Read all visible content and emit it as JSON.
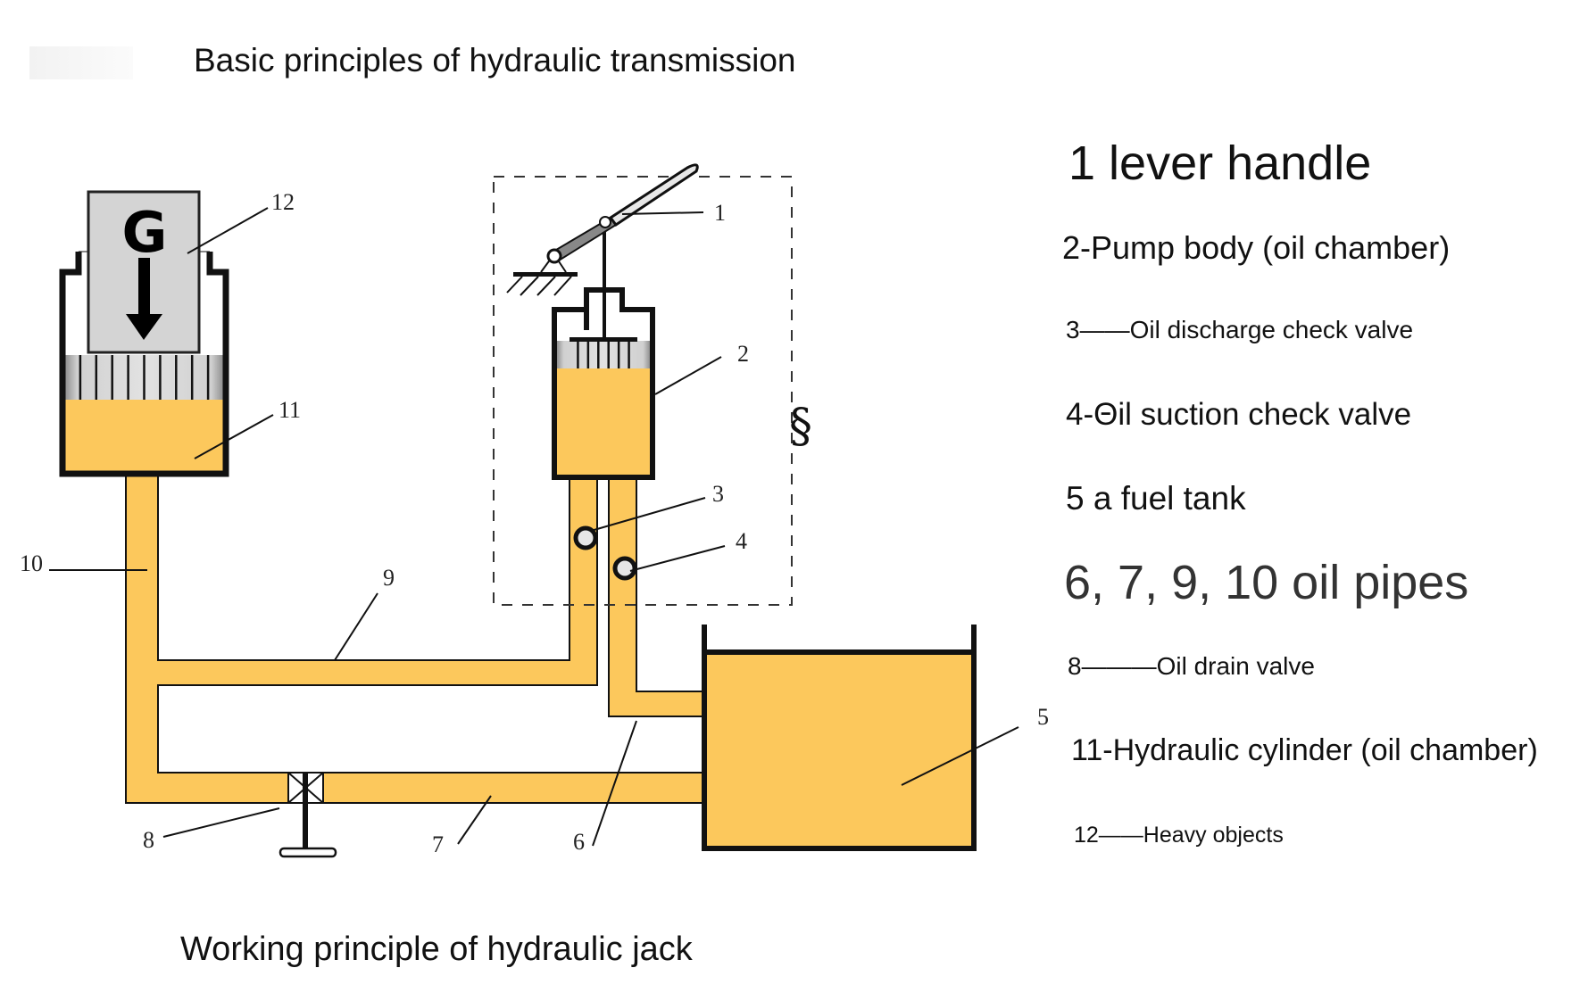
{
  "titles": {
    "top": "Basic principles of hydraulic transmission",
    "bottom": "Working principle of hydraulic jack"
  },
  "diagram": {
    "weight_letter": "G",
    "section_mark": "§",
    "callouts": {
      "c1": "1",
      "c2": "2",
      "c3": "3",
      "c4": "4",
      "c5": "5",
      "c6": "6",
      "c7": "7",
      "c8": "8",
      "c9": "9",
      "c10": "10",
      "c11": "11",
      "c12": "12"
    },
    "colors": {
      "oil": "#fcc85c",
      "outline": "#111111",
      "weight": "#d4d4d4",
      "piston": "#cfcfcf",
      "dash": "#333333"
    }
  },
  "legend": [
    {
      "text": "1 lever handle"
    },
    {
      "text": "2-Pump body (oil chamber)"
    },
    {
      "text": "3——Oil discharge check valve"
    },
    {
      "text": "4-Θil suction check valve"
    },
    {
      "text": "5 a fuel tank"
    },
    {
      "text": "6, 7, 9, 10 oil pipes"
    },
    {
      "text": "8———Oil drain valve"
    },
    {
      "text": "11-Hydraulic cylinder (oil chamber)"
    },
    {
      "text": "12——Heavy objects"
    }
  ]
}
